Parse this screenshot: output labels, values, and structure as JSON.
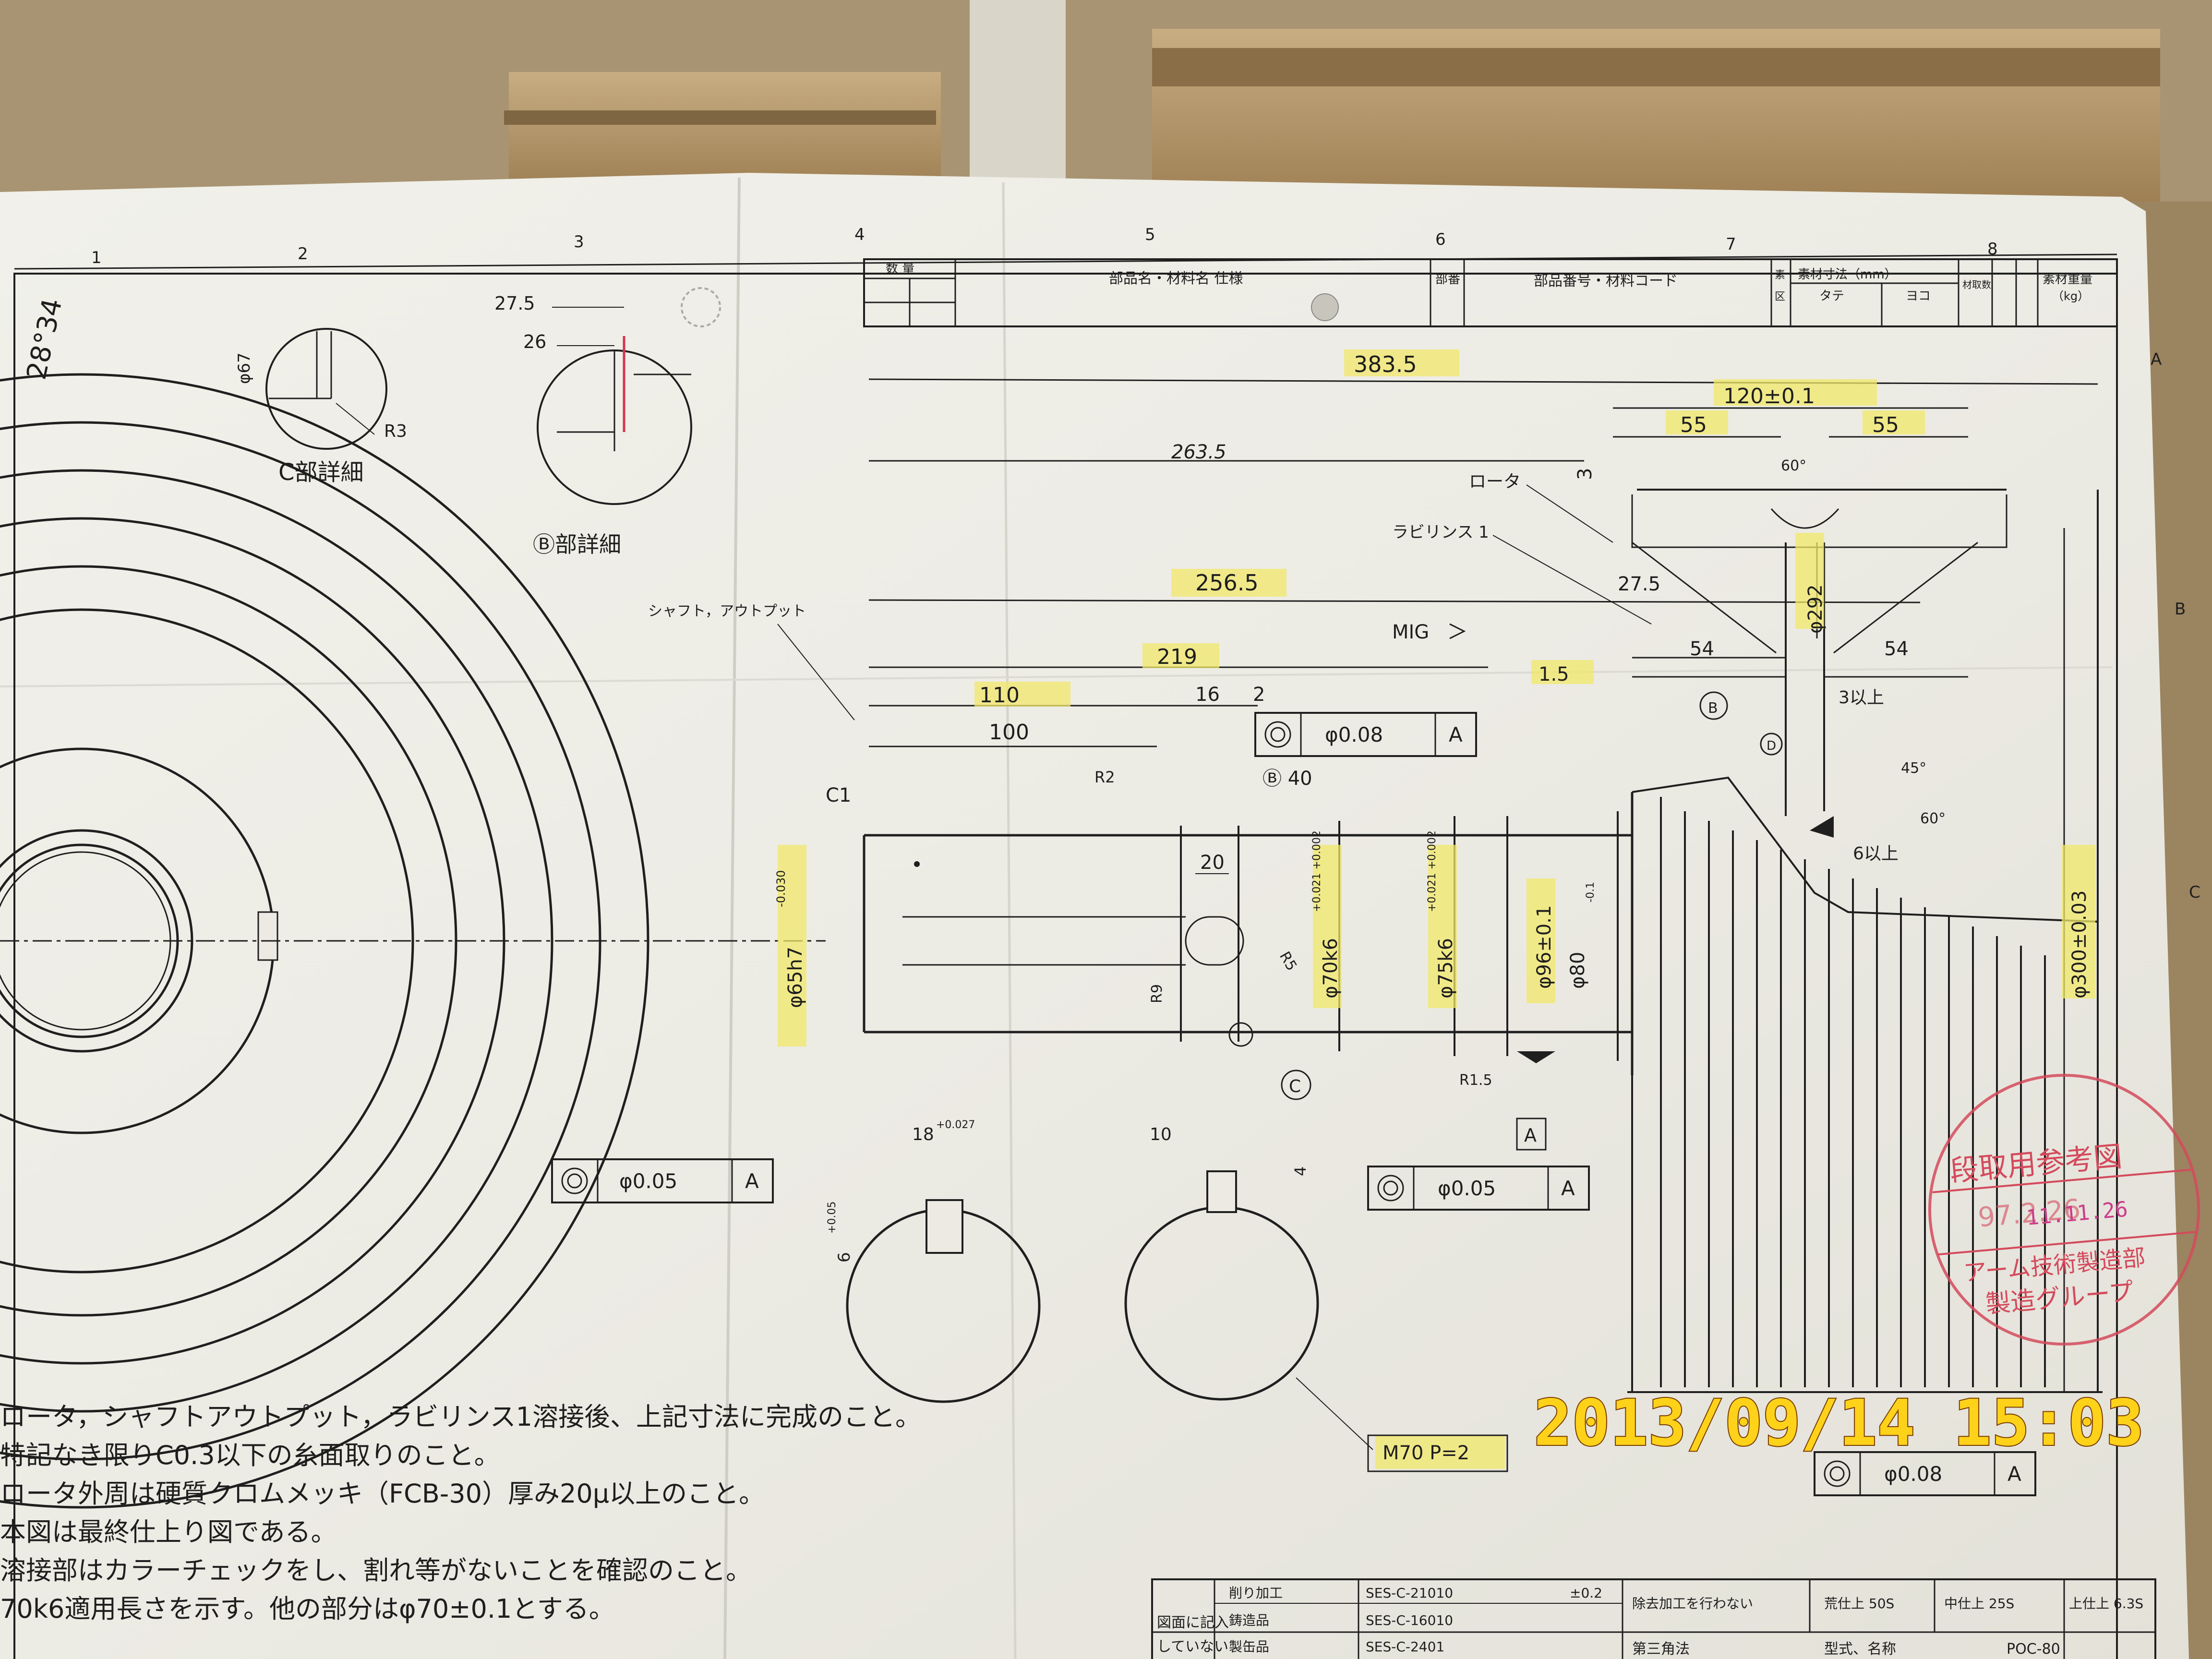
{
  "timestamp": "2013/09/14  15:03",
  "handwritten_note": "28°34",
  "column_numbers": [
    "1",
    "2",
    "3",
    "4",
    "5",
    "6",
    "7",
    "8"
  ],
  "row_letters": [
    "A",
    "B",
    "C"
  ],
  "title_block": {
    "qty": "数 量",
    "part_name": "部品名・材料名 仕様",
    "part_no_header": "部番",
    "code": "部品番号・材料コード",
    "material_size": "素材寸法（mm）",
    "tate": "タテ",
    "yoko": "ヨコ",
    "count": "材取数",
    "weight": "素材重量",
    "weight_unit": "（kg）",
    "class1": "素",
    "class2": "区"
  },
  "detail_c": {
    "label": "C部詳細",
    "dia": "φ67",
    "radius": "R3"
  },
  "detail_b": {
    "label": "Ⓑ部詳細",
    "d1": "27.5",
    "d2": "26"
  },
  "labels": {
    "shaft": "シャフト，アウトプット",
    "rotor": "ロータ",
    "labyrinth": "ラビリンス 1",
    "mig": "MIG"
  },
  "dims": {
    "overall": "383.5",
    "handwritten": "263.5",
    "d256": "256.5",
    "d219": "219",
    "d110": "110",
    "d100": "100",
    "d16": "16",
    "d2": "2",
    "d40": "Ⓑ 40",
    "d20": "20",
    "c1": "C1",
    "r2": "R2",
    "r9": "R9",
    "r5": "R5",
    "r15": "R1.5",
    "d120": "120±0.1",
    "d55a": "55",
    "d55b": "55",
    "d3": "3",
    "d60": "60°",
    "d27_5": "27.5",
    "d54a": "54",
    "d54b": "54",
    "d1_5": "1.5",
    "d3above": "3以上",
    "d6above": "6以上",
    "d45": "45°",
    "d60b": "60°",
    "phi292": "φ292",
    "phi300": "φ300±0.03",
    "phi65": "φ65h7",
    "phi65_tol": "-0.030",
    "phi70": "φ70k6",
    "phi70_tol": "+0.021 +0.002",
    "phi75": "φ75k6",
    "phi75_tol": "+0.021 +0.002",
    "phi96": "φ96±0.1",
    "phi80": "φ80",
    "phi80_tol": "-0.1",
    "key18": "18",
    "key18_tol": "+0.027",
    "key10": "10",
    "key4": "4",
    "key6": "6",
    "key6_tol": "+0.05",
    "thread": "M70  P=2",
    "datum_a": "A",
    "circle_c": "C",
    "circle_b": "B",
    "circle_d": "D"
  },
  "frames": [
    {
      "tol": "φ0.08",
      "datum": "A"
    },
    {
      "tol": "φ0.05",
      "datum": "A"
    },
    {
      "tol": "φ0.05",
      "datum": "A"
    },
    {
      "tol": "φ0.08",
      "datum": "A"
    }
  ],
  "notes": [
    "ロータ，シャフトアウトプット，ラビリンス1溶接後、上記寸法に完成のこと。",
    "特記なき限りC0.3以下の糸面取りのこと。",
    "ロータ外周は硬質クロムメッキ（FCB-30）厚み20μ以上のこと。",
    "本図は最終仕上り図である。",
    "溶接部はカラーチェックをし、割れ等がないことを確認のこと。",
    "70k6適用長さを示す。他の部分はφ70±0.1とする。"
  ],
  "stamp": {
    "line1": "段取用参考図",
    "line2": "97.2.26",
    "line3": "11.11.26",
    "line4": "アーム技術製造部",
    "line5": "製造グループ"
  },
  "table": {
    "row1a": "図面に記入",
    "row1b": "削り加工",
    "row1c": "SES-C-21010",
    "row1d": "±0.2",
    "row2a": "していない",
    "row2b": "鋳造品",
    "row2c": "SES-C-16010",
    "row3b": "製缶品",
    "row3c": "SES-C-2401",
    "sym1": "除去加工を行わない",
    "sym2": "荒仕上 50S",
    "sym3": "中仕上 25S",
    "sym4": "上仕上 6.3S",
    "sym5": "第三角法",
    "sym6": "型式、名称",
    "sym7": "POC-80"
  }
}
